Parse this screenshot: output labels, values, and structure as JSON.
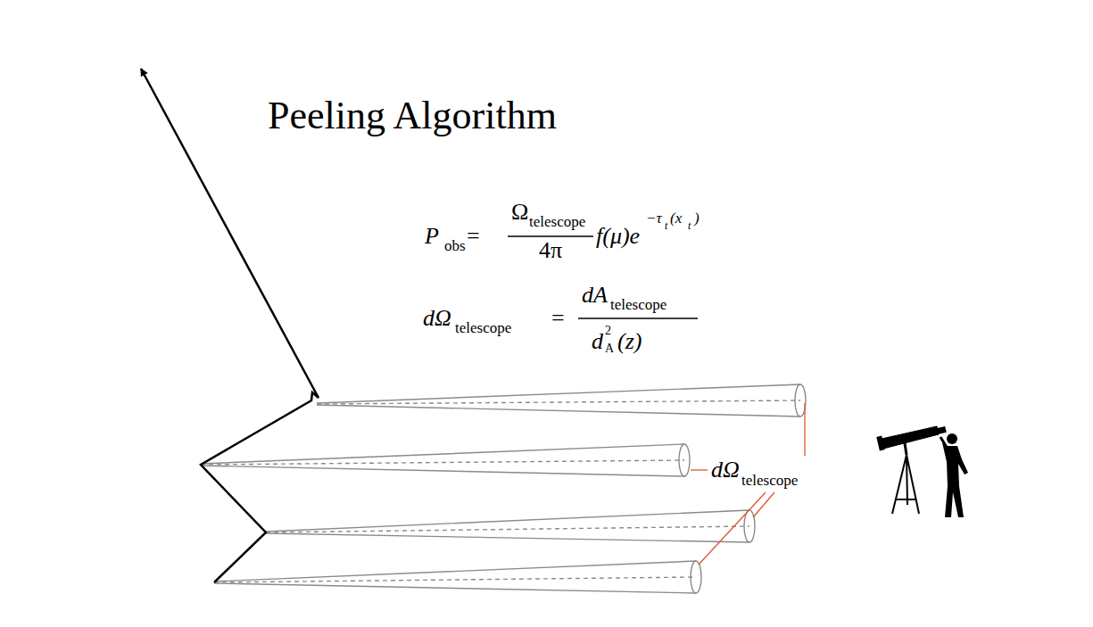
{
  "diagram": {
    "title": "Peeling Algorithm",
    "labels": [
      "P",
      "obs",
      "=",
      "Ω",
      "telescope",
      "4π",
      "f(μ)e",
      "−τ",
      "t",
      "(x",
      "t",
      ")",
      "dΩ",
      "telescope",
      "=",
      "dA",
      "telescope",
      "d",
      "2",
      "A",
      "(z)",
      "dΩ",
      "telescope"
    ]
  }
}
